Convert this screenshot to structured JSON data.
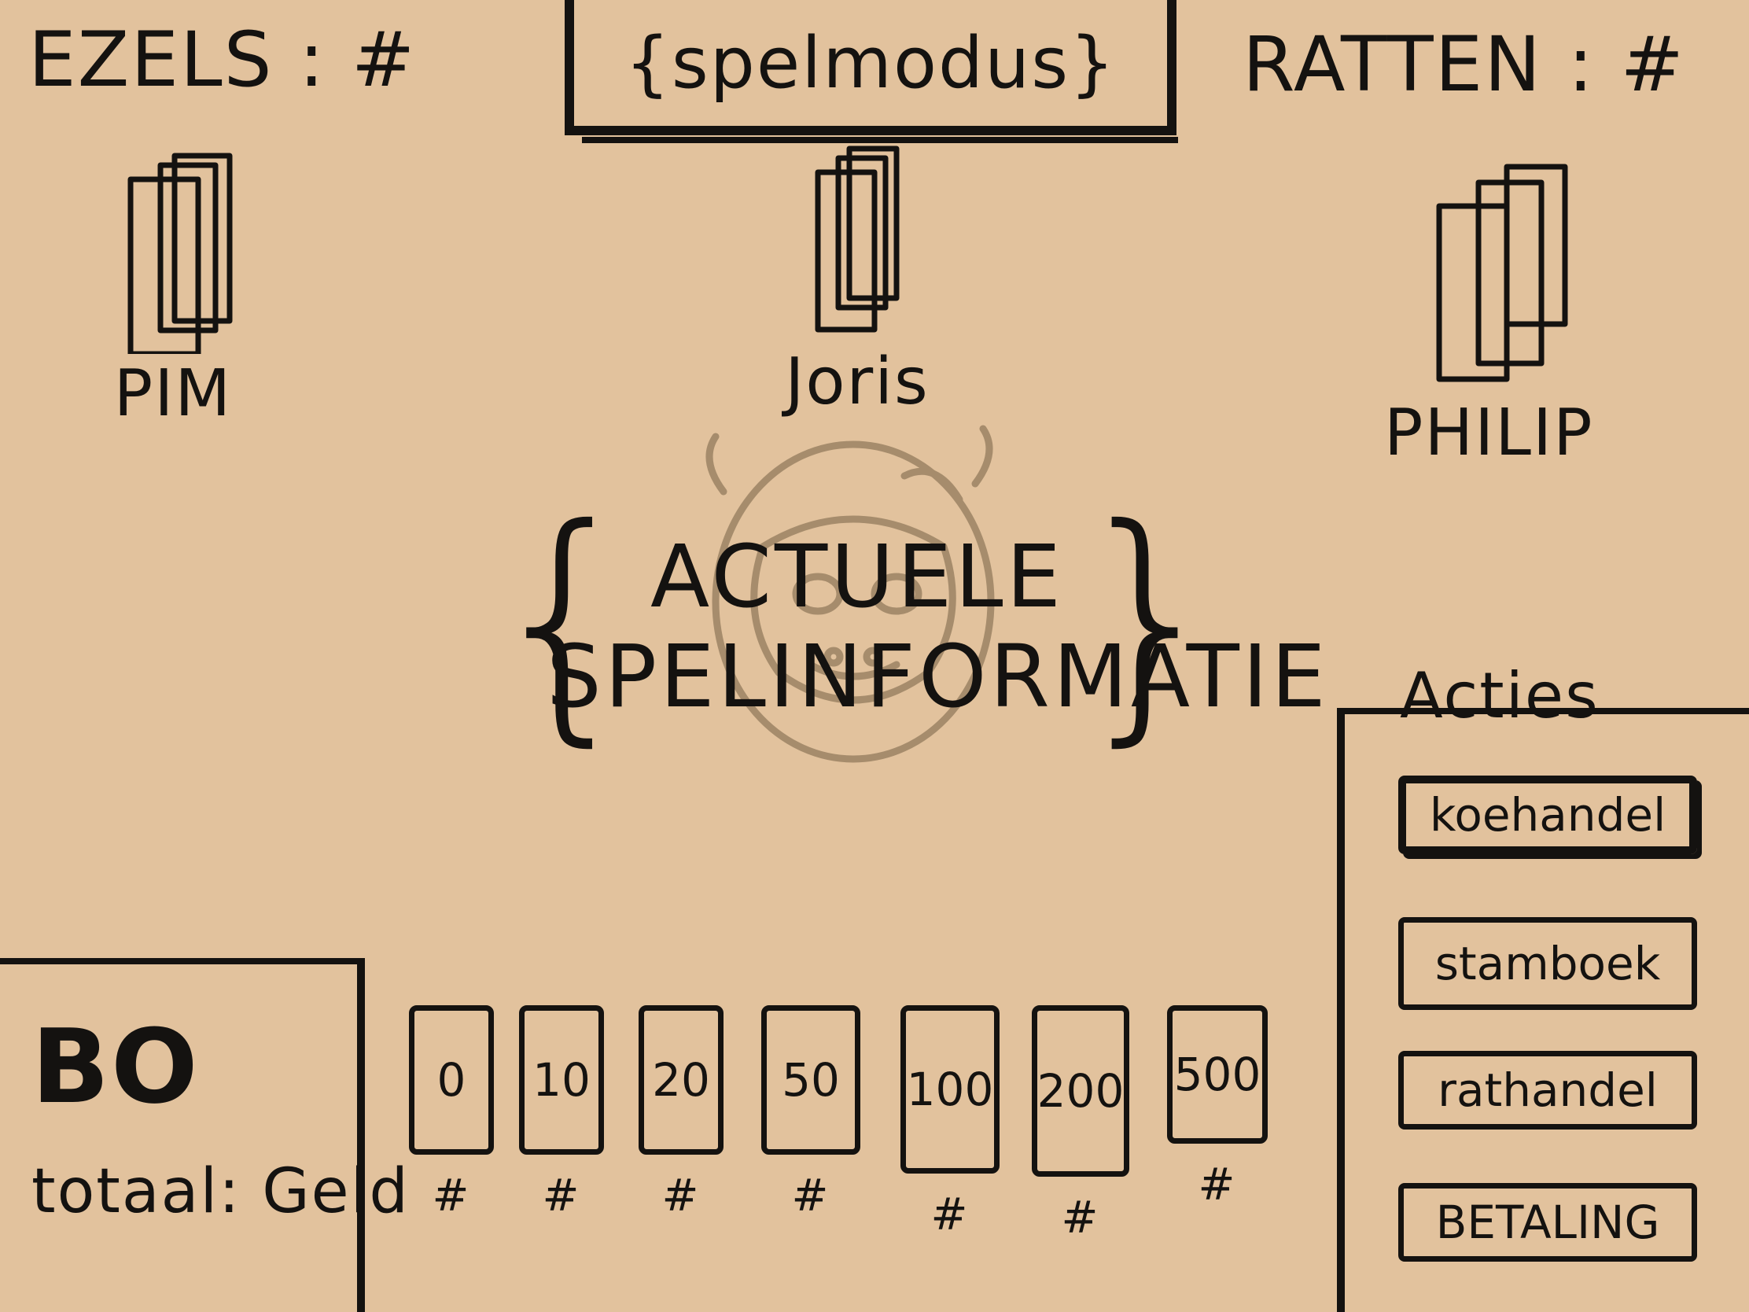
{
  "header": {
    "left_score": "EZELS : #",
    "mode": "{spelmodus}",
    "right_score": "RATTEN : #"
  },
  "players": {
    "pim": "PIM",
    "joris": "Joris",
    "philip": "PHILIP"
  },
  "gameinfo": {
    "line1": "ACTUELE",
    "line2": "SPELINFORMATIE"
  },
  "actions": {
    "label": "Acties",
    "koehandel": "koehandel",
    "stamboek": "stamboek",
    "rathandel": "rathandel",
    "betaling": "BETALING"
  },
  "self": {
    "name": "BO",
    "total": "totaal: Geld"
  },
  "money": [
    {
      "value": "0",
      "count": "#"
    },
    {
      "value": "10",
      "count": "#"
    },
    {
      "value": "20",
      "count": "#"
    },
    {
      "value": "50",
      "count": "#"
    },
    {
      "value": "100",
      "count": "#"
    },
    {
      "value": "200",
      "count": "#"
    },
    {
      "value": "500",
      "count": "#"
    }
  ]
}
